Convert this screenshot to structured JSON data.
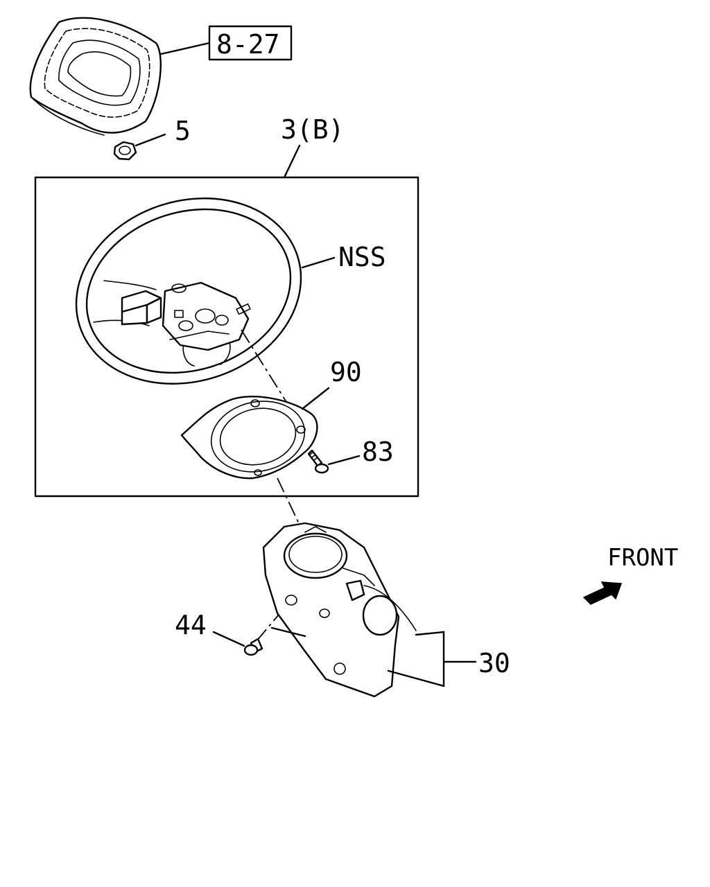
{
  "callouts": {
    "ref_8_27": "8-27",
    "part_5": "5",
    "part_3b": "3(B)",
    "nss": "NSS",
    "part_90": "90",
    "part_83": "83",
    "part_44": "44",
    "part_30": "30"
  },
  "front_label": "FRONT"
}
